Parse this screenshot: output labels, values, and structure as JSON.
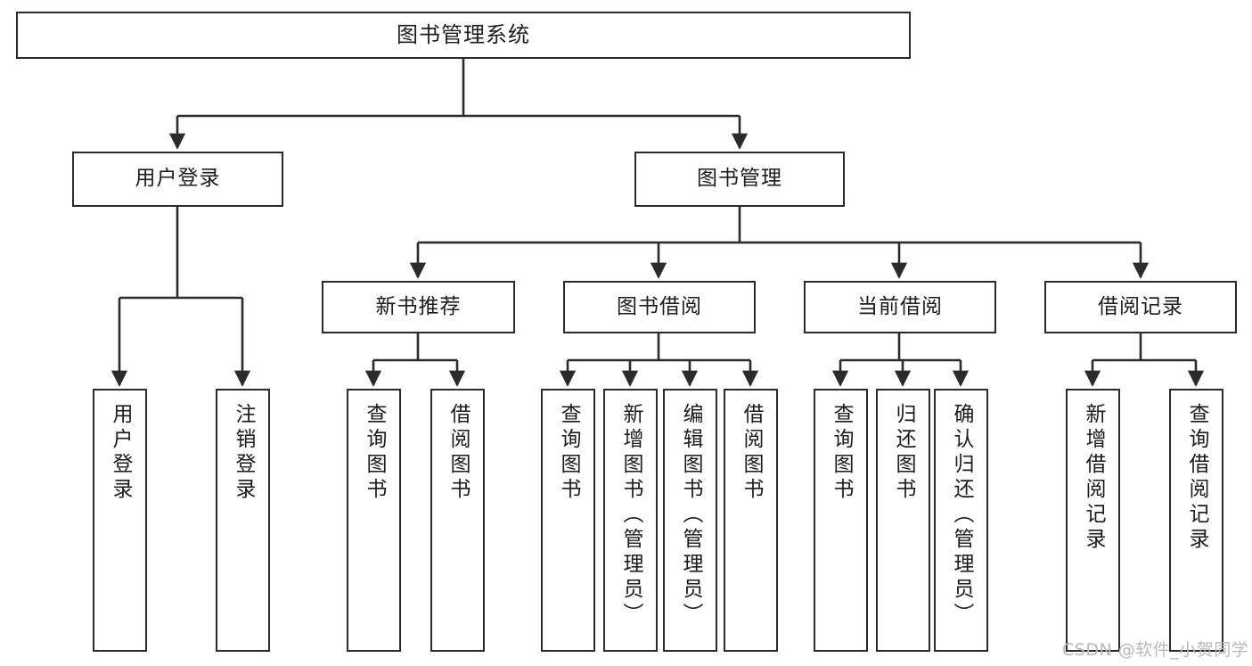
{
  "diagram": {
    "title": "图书管理系统",
    "type": "tree",
    "orientation": "top-down",
    "watermark": "CSDN @软件_小贺同学",
    "colors": {
      "box_border": "#2b2b2b",
      "box_fill": "#ffffff",
      "connector": "#2b2b2b",
      "text": "#1c1c1c",
      "watermark": "#b9b9b9",
      "background": "#ffffff"
    },
    "nodes": {
      "root": {
        "label": "图书管理系统"
      },
      "level2": [
        {
          "label": "用户登录"
        },
        {
          "label": "图书管理"
        }
      ],
      "level3": [
        {
          "label": "新书推荐"
        },
        {
          "label": "图书借阅"
        },
        {
          "label": "当前借阅"
        },
        {
          "label": "借阅记录"
        }
      ],
      "leaves": {
        "user_login": [
          {
            "label": "用户登录"
          },
          {
            "label": "注销登录"
          }
        ],
        "new_book": [
          {
            "label": "查询图书"
          },
          {
            "label": "借阅图书"
          }
        ],
        "book_borrow": [
          {
            "label": "查询图书"
          },
          {
            "label": "新增图书（管理员）"
          },
          {
            "label": "编辑图书（管理员）"
          },
          {
            "label": "借阅图书"
          }
        ],
        "current_borrow": [
          {
            "label": "查询图书"
          },
          {
            "label": "归还图书"
          },
          {
            "label": "确认归还（管理员）"
          }
        ],
        "borrow_record": [
          {
            "label": "新增借阅记录"
          },
          {
            "label": "查询借阅记录"
          }
        ]
      }
    }
  }
}
